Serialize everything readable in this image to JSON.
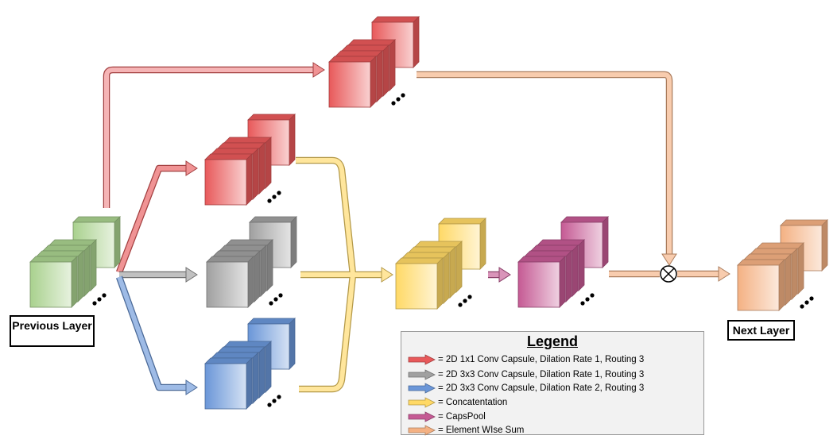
{
  "labels": {
    "previous_layer": "Previous Layer",
    "next_layer": "Next Layer"
  },
  "legend": {
    "title": "Legend",
    "items": [
      {
        "text": "= 2D 1x1 Conv Capsule, Dilation Rate 1, Routing 3",
        "color": "#e8595a"
      },
      {
        "text": "= 2D 3x3 Conv Capsule, Dilation Rate 1, Routing 3",
        "color": "#a0a0a0"
      },
      {
        "text": "= 2D 3x3 Conv Capsule, Dilation Rate 2, Routing 3",
        "color": "#6a96d8"
      },
      {
        "text": "= Concatentation",
        "color": "#ffd966"
      },
      {
        "text": "= CapsPool",
        "color": "#c55a94"
      },
      {
        "text": "= Element WIse Sum",
        "color": "#f4b183"
      }
    ]
  },
  "colors": {
    "green": "#a9d18e",
    "red": "#e8595a",
    "gray": "#a0a0a0",
    "blue": "#6a96d8",
    "yellow": "#ffd966",
    "magenta": "#c55a94",
    "orange": "#f4b183"
  }
}
